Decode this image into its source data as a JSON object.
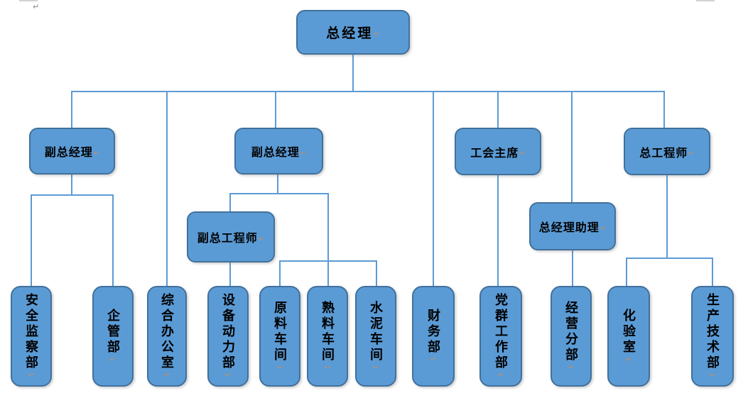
{
  "org": {
    "type": "org-chart",
    "nodes": [
      {
        "id": "gm",
        "label": "总经理",
        "parent": null
      },
      {
        "id": "dgm1",
        "label": "副总经理",
        "parent": "gm"
      },
      {
        "id": "dgm2",
        "label": "副总经理",
        "parent": "gm"
      },
      {
        "id": "union",
        "label": "工会主席",
        "parent": "gm"
      },
      {
        "id": "ce",
        "label": "总工程师",
        "parent": "gm"
      },
      {
        "id": "dce",
        "label": "副总工程师",
        "parent": "dgm2"
      },
      {
        "id": "gma",
        "label": "总经理助理",
        "parent": "gm"
      },
      {
        "id": "safety",
        "label": "安全监察部",
        "parent": "dgm1"
      },
      {
        "id": "ent",
        "label": "企管部",
        "parent": "dgm1"
      },
      {
        "id": "office",
        "label": "综合办公室",
        "parent": "gm"
      },
      {
        "id": "equip",
        "label": "设备动力部",
        "parent": "dce"
      },
      {
        "id": "raw",
        "label": "原料车间",
        "parent": "dgm2"
      },
      {
        "id": "clinker",
        "label": "熟料车间",
        "parent": "dgm2"
      },
      {
        "id": "cement",
        "label": "水泥车间",
        "parent": "dgm2"
      },
      {
        "id": "finance",
        "label": "财务部",
        "parent": "gm"
      },
      {
        "id": "party",
        "label": "党群工作部",
        "parent": "union"
      },
      {
        "id": "ops",
        "label": "经营分部",
        "parent": "gma"
      },
      {
        "id": "lab",
        "label": "化验室",
        "parent": "ce"
      },
      {
        "id": "prodtech",
        "label": "生产技术部",
        "parent": "ce"
      }
    ]
  },
  "marks": {
    "paragraph": "↵"
  },
  "colors": {
    "box_fill": "#5B9BD5",
    "box_border": "#41719C",
    "connector": "#5B9BD5",
    "text": "#000000",
    "paragraph_mark": "#BE9067"
  }
}
